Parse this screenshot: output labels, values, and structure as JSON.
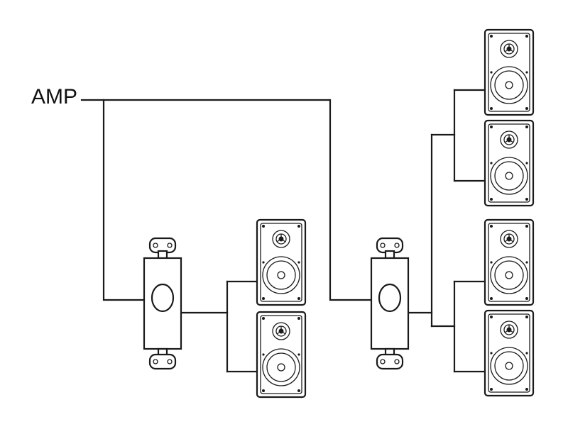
{
  "amp": {
    "label": "AMP"
  },
  "colors": {
    "line": "#1a1a1a",
    "background": "#ffffff"
  },
  "components": {
    "volume_controls": 2,
    "speakers": 6
  }
}
